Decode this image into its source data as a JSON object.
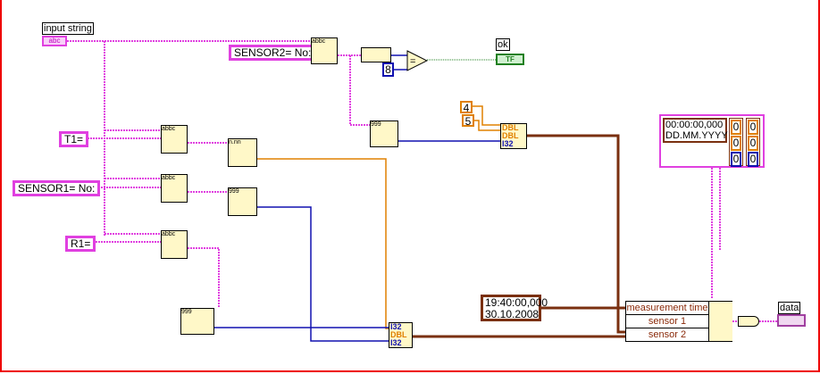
{
  "controls": {
    "input_label": "input string",
    "input_glyph": "abc"
  },
  "constants": {
    "sensor2": "SENSOR2= No:",
    "t1": "T1=",
    "sensor1": "SENSOR1= No:",
    "r1": "R1=",
    "eight": "8",
    "four": "4",
    "five": "5"
  },
  "indicators": {
    "ok_label": "ok",
    "ok_glyph": "TF",
    "data_label": "data"
  },
  "timestamp": {
    "time": "19:40:00,000",
    "date": "30.10.2008"
  },
  "cluster_const": {
    "time": "00:00:00,000",
    "date": "DD.MM.YYYY",
    "v1": "0",
    "v2": "0",
    "v3": "0",
    "v4": "0",
    "v5": "0",
    "v6": "0"
  },
  "bundle": {
    "items": [
      "measurement time",
      "sensor 1",
      "sensor 2"
    ]
  },
  "build_types": [
    "DBL",
    "DBL",
    "I32"
  ],
  "bottom_types": [
    "I32",
    "DBL",
    "I32"
  ],
  "scan_fmt": {
    "a": "n.nn",
    "b": "999",
    "c": "999",
    "d": "999"
  },
  "concat_glyph": "abbc",
  "colors": {
    "string": "#e040e0",
    "dbl": "#e08000",
    "int": "#1010b0",
    "timestamp": "#7a3010",
    "bool": "#208020",
    "frame": "#ee0000"
  }
}
